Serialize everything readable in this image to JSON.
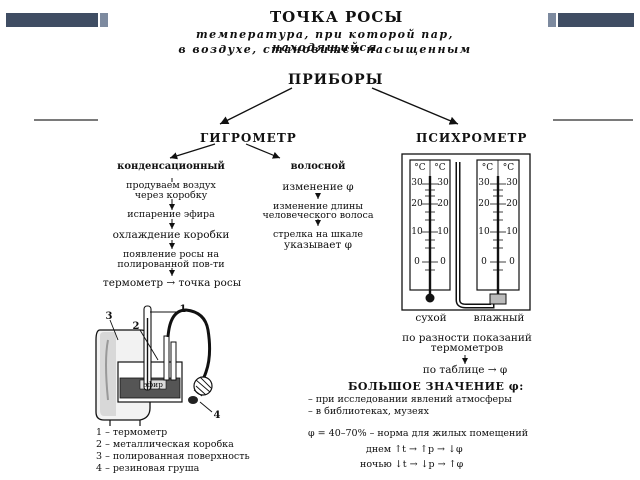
{
  "header": {
    "title": "ТОЧКА РОСЫ",
    "subtitle_line1": "температура, при которой пар, находящийся",
    "subtitle_line2": "в  воздухе,  становится  насыщенным"
  },
  "instruments": {
    "title": "ПРИБОРЫ",
    "hygrometer": "ГИГРОМЕТР",
    "psychrometer": "ПСИХРОМЕТР"
  },
  "condensation": {
    "title": "конденсационный",
    "step1a": "продуваем воздух",
    "step1b": "через коробку",
    "step2": "испарение эфира",
    "step3": "охлаждение коробки",
    "step4a": "появление росы на",
    "step4b": "полированной пов-ти",
    "step5": "термометр → точка росы"
  },
  "hair": {
    "title": "волосной",
    "step1": "изменение φ",
    "step2a": "изменение длины",
    "step2b": "человеческого волоса",
    "step3a": "стрелка на шкале",
    "step3b": "указывает φ"
  },
  "psychrometer_device": {
    "unit_c": "°С",
    "scale": [
      "30",
      "20",
      "10",
      "0"
    ],
    "dry_label": "сухой",
    "wet_label": "влажный",
    "note1a": "по разности показаний",
    "note1b": "термометров",
    "note2": "по таблице → φ"
  },
  "hygrometer_figure": {
    "label_1": "1",
    "label_2": "2",
    "label_3": "3",
    "label_4": "4",
    "ether_label": "эфир"
  },
  "legend": [
    "1 – термометр",
    "2 – металлическая коробка",
    "3 – полированная поверхность",
    "4 – резиновая груша"
  ],
  "big_value": {
    "title": "БОЛЬШОЕ ЗНАЧЕНИЕ φ:",
    "item1": "– при исследовании явлений атмосферы",
    "item2": "– в библиотеках, музеях",
    "norm": "φ = 40–70%  – норма для жилых помещений",
    "day": "днем ↑t → ↑p → ↓φ",
    "night": "ночью ↓t → ↓p → ↑φ"
  },
  "colors": {
    "bar_dark": "#3f4d63",
    "bar_mid": "#7d8a9f",
    "rule": "#7a7a7a"
  }
}
